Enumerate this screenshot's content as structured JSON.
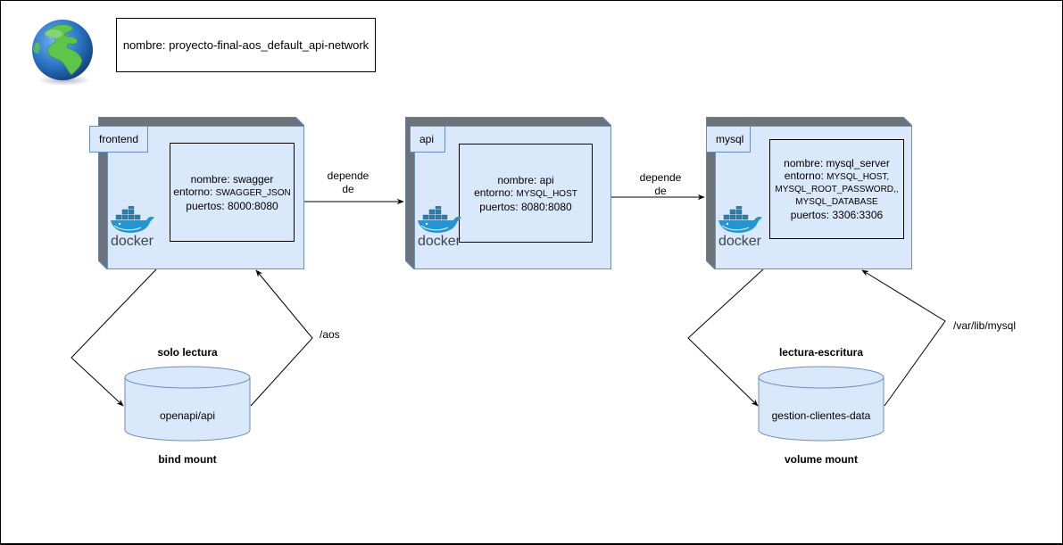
{
  "network": {
    "icon": "globe-icon",
    "label": "nombre: proyecto-final-aos_default_api-network"
  },
  "nodes": [
    {
      "id": "frontend",
      "tag": "frontend",
      "icon": "docker-icon",
      "icon_text": "docker",
      "nombre": "nombre: swagger",
      "entorno_prefix": "entorno: ",
      "entorno_vars": [
        "SWAGGER_JSON"
      ],
      "puertos": "puertos: 8000:8080"
    },
    {
      "id": "api",
      "tag": "api",
      "icon": "docker-icon",
      "icon_text": "docker",
      "nombre": "nombre: api",
      "entorno_prefix": "entorno: ",
      "entorno_vars": [
        "MYSQL_HOST"
      ],
      "puertos": "puertos: 8080:8080"
    },
    {
      "id": "mysql",
      "tag": "mysql",
      "icon": "docker-icon",
      "icon_text": "docker",
      "nombre": "nombre: mysql_server",
      "entorno_prefix": "entorno: ",
      "entorno_vars": [
        "MYSQL_HOST,",
        "MYSQL_ROOT_PASSWORD,,",
        "MYSQL_DATABASE"
      ],
      "puertos": "puertos: 3306:3306"
    }
  ],
  "edges": [
    {
      "from": "frontend",
      "to": "api",
      "label_line1": "depende",
      "label_line2": "de"
    },
    {
      "from": "api",
      "to": "mysql",
      "label_line1": "depende",
      "label_line2": "de"
    }
  ],
  "volumes": [
    {
      "name": "openapi/api",
      "access": "solo lectura",
      "type": "bind mount",
      "mount_path": "/aos",
      "attached_to": "frontend"
    },
    {
      "name": "gestion-clientes-data",
      "access": "lectura-escritura",
      "type": "volume mount",
      "mount_path": "/var/lib/mysql",
      "attached_to": "mysql"
    }
  ],
  "colors": {
    "node_fill": "#dae8fc",
    "node_stroke": "#6c8ebf",
    "node_shadow": "#6d737d",
    "docker_blue": "#2396d1"
  }
}
